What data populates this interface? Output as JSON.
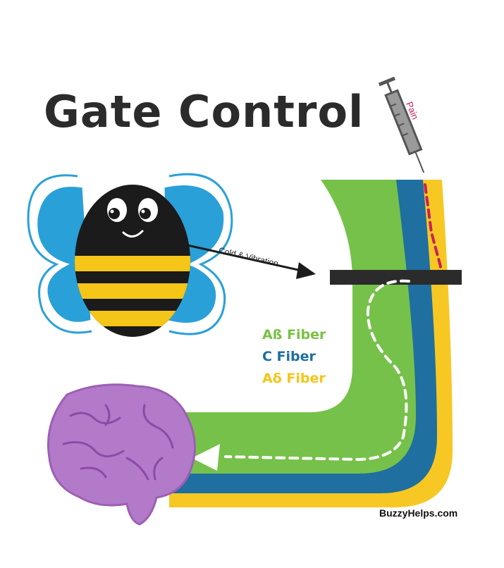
{
  "title": "Gate Control",
  "legend": [
    {
      "label": "Aß Fiber",
      "color": "#7ac143"
    },
    {
      "label": "C Fiber",
      "color": "#1f6fa0"
    },
    {
      "label": "Aδ Fiber",
      "color": "#f5c518"
    }
  ],
  "arrow_label": "Cold & Vibration",
  "pain_label": "Pain",
  "credit": "BuzzyHelps.com",
  "colors": {
    "fiber_green": "#76c14a",
    "fiber_blue": "#1f6fa0",
    "fiber_yellow": "#f7c823",
    "pain_red": "#c8205a",
    "brain": "#b37ac9",
    "bee_wings": "#2aa0d8",
    "bee_stripe": "#f5c518",
    "gate": "#2b2b2b"
  },
  "icons": [
    "bee-icon",
    "syringe-icon",
    "brain-icon"
  ]
}
